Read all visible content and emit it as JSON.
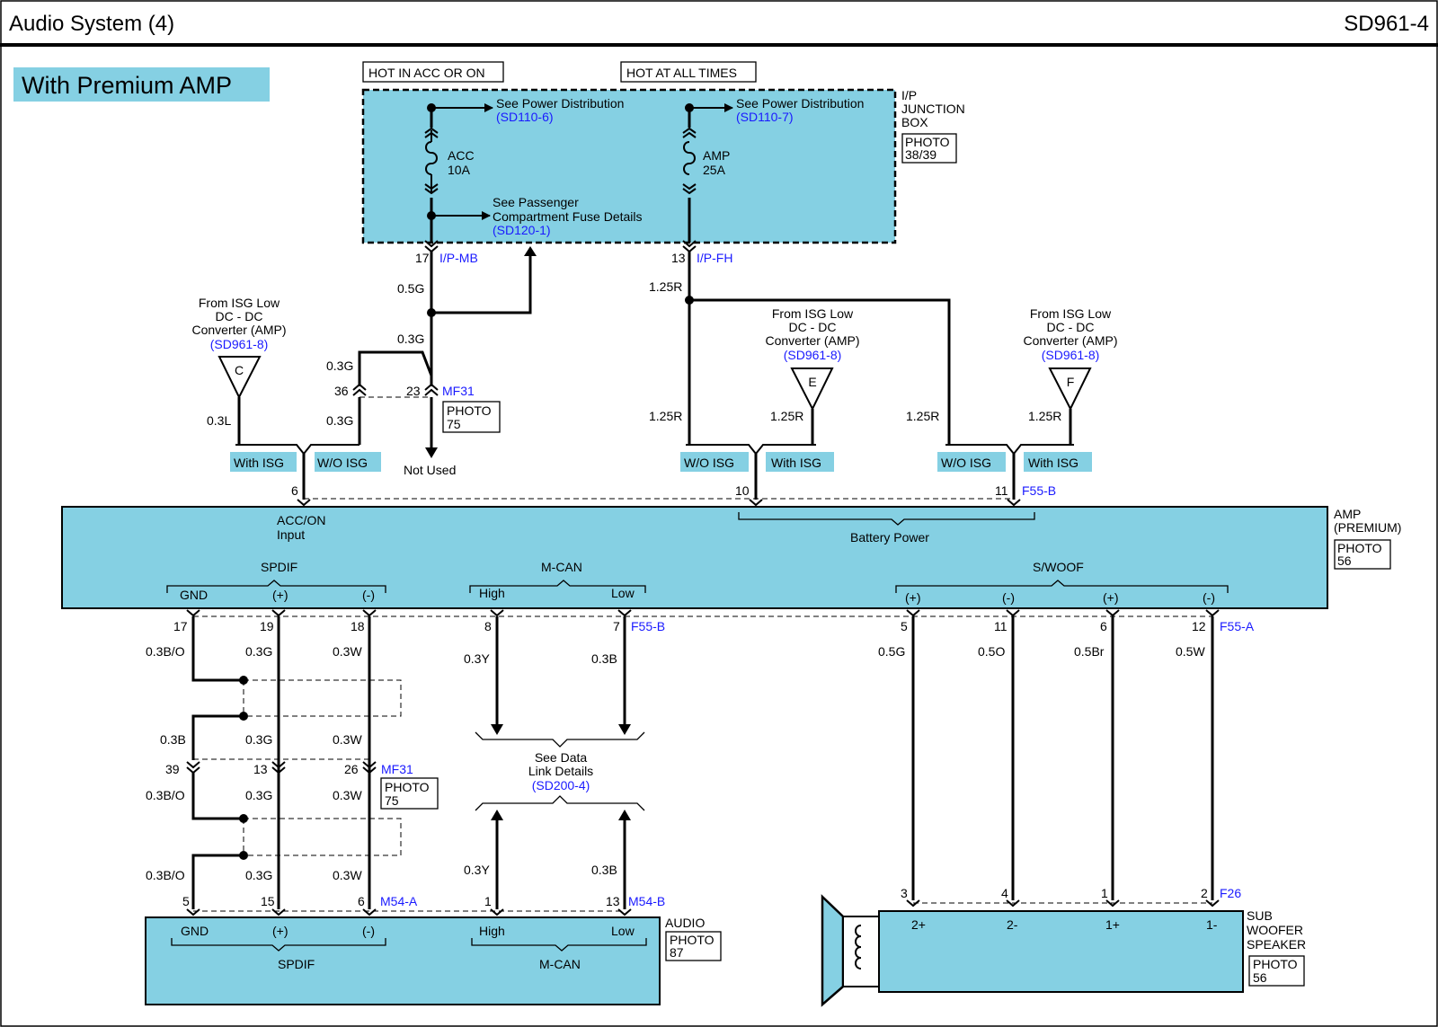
{
  "header": {
    "title": "Audio System (4)",
    "code": "SD961-4"
  },
  "variant_label": "With Premium AMP",
  "colors": {
    "component_fill": "#85d0e3",
    "reference_text": "#1a1aff"
  },
  "junction_box": {
    "hot_acc": "HOT IN ACC OR ON",
    "hot_all": "HOT AT ALL TIMES",
    "name_l1": "I/P",
    "name_l2": "JUNCTION",
    "name_l3": "BOX",
    "photo_l1": "PHOTO",
    "photo_l2": "38/39",
    "see_pd1": "See Power Distribution",
    "ref_pd1": "(SD110-6)",
    "see_pd2": "See Power Distribution",
    "ref_pd2": "(SD110-7)",
    "fuse1_name": "ACC",
    "fuse1_rating": "10A",
    "fuse2_name": "AMP",
    "fuse2_rating": "25A",
    "see_pc_l1": "See Passenger",
    "see_pc_l2": "Compartment Fuse Details",
    "ref_pc": "(SD120-1)",
    "pin_mb": "17",
    "conn_mb": "I/P-MB",
    "pin_fh": "13",
    "conn_fh": "I/P-FH"
  },
  "isg_refs": [
    {
      "l1": "From ISG Low",
      "l2": "DC - DC",
      "l3": "Converter (AMP)",
      "ref": "(SD961-8)",
      "letter": "C"
    },
    {
      "l1": "From ISG Low",
      "l2": "DC - DC",
      "l3": "Converter (AMP)",
      "ref": "(SD961-8)",
      "letter": "E"
    },
    {
      "l1": "From ISG Low",
      "l2": "DC - DC",
      "l3": "Converter (AMP)",
      "ref": "(SD961-8)",
      "letter": "F"
    }
  ],
  "wires_top": {
    "w_05g": "0.5G",
    "w_03g_a": "0.3G",
    "w_03g_b": "0.3G",
    "w_03g_c": "0.3G",
    "w_03l": "0.3L",
    "w_125r_a": "1.25R",
    "w_125r_b": "1.25R",
    "w_125r_c": "1.25R",
    "w_125r_d": "1.25R",
    "w_125r_e": "1.25R",
    "mf31_pin36": "36",
    "mf31_pin23": "23",
    "mf31": "MF31",
    "photo": "PHOTO",
    "photo_num": "75",
    "not_used": "Not Used"
  },
  "option_labels": {
    "with_isg": "With ISG",
    "wo_isg": "W/O ISG"
  },
  "amp": {
    "name_l1": "AMP",
    "name_l2": "(PREMIUM)",
    "photo_l1": "PHOTO",
    "photo_l2": "56",
    "pin6": "6",
    "pin10": "10",
    "pin11": "11",
    "conn_top": "F55-B",
    "acc_l1": "ACC/ON",
    "acc_l2": "Input",
    "battery": "Battery Power",
    "spdif": "SPDIF",
    "mcan": "M-CAN",
    "swoof": "S/WOOF",
    "gnd": "GND",
    "plus": "(+)",
    "minus": "(-)",
    "high": "High",
    "low": "Low",
    "sw_plus1": "(+)",
    "sw_minus1": "(-)",
    "sw_plus2": "(+)",
    "sw_minus2": "(-)",
    "pins_bottom": [
      "17",
      "19",
      "18",
      "8",
      "7"
    ],
    "conn_bottom": "F55-B",
    "sw_pins": [
      "5",
      "11",
      "6",
      "12"
    ],
    "conn_sw": "F55-A"
  },
  "wires_bottom": {
    "b_03bo_1": "0.3B/O",
    "b_03g_1": "0.3G",
    "b_03w_1": "0.3W",
    "b_03y_1": "0.3Y",
    "b_03b_1": "0.3B",
    "sw_05g": "0.5G",
    "sw_05o": "0.5O",
    "sw_05br": "0.5Br",
    "sw_05w": "0.5W",
    "b_03b_2": "0.3B",
    "b_03g_2": "0.3G",
    "b_03w_2": "0.3W",
    "mf31_pins": [
      "39",
      "13",
      "26"
    ],
    "mf31": "MF31",
    "photo": "PHOTO",
    "photo_num": "75",
    "b_03bo_3": "0.3B/O",
    "b_03g_3": "0.3G",
    "b_03w_3": "0.3W",
    "b_03bo_4": "0.3B/O",
    "b_03g_4": "0.3G",
    "b_03w_4": "0.3W",
    "b_03y_2": "0.3Y",
    "b_03b_3": "0.3B",
    "see_data_l1": "See Data",
    "see_data_l2": "Link Details",
    "see_data_ref": "(SD200-4)"
  },
  "audio": {
    "name": "AUDIO",
    "photo_l1": "PHOTO",
    "photo_l2": "87",
    "pins": [
      "5",
      "15",
      "6"
    ],
    "conn_a": "M54-A",
    "pins_b": [
      "1",
      "13"
    ],
    "conn_b": "M54-B",
    "gnd": "GND",
    "plus": "(+)",
    "minus": "(-)",
    "high": "High",
    "low": "Low",
    "spdif": "SPDIF",
    "mcan": "M-CAN"
  },
  "speaker": {
    "name_l1": "SUB",
    "name_l2": "WOOFER",
    "name_l3": "SPEAKER",
    "photo_l1": "PHOTO",
    "photo_l2": "56",
    "pins": [
      "3",
      "4",
      "1",
      "2"
    ],
    "conn": "F26",
    "terms": [
      "2+",
      "2-",
      "1+",
      "1-"
    ]
  }
}
